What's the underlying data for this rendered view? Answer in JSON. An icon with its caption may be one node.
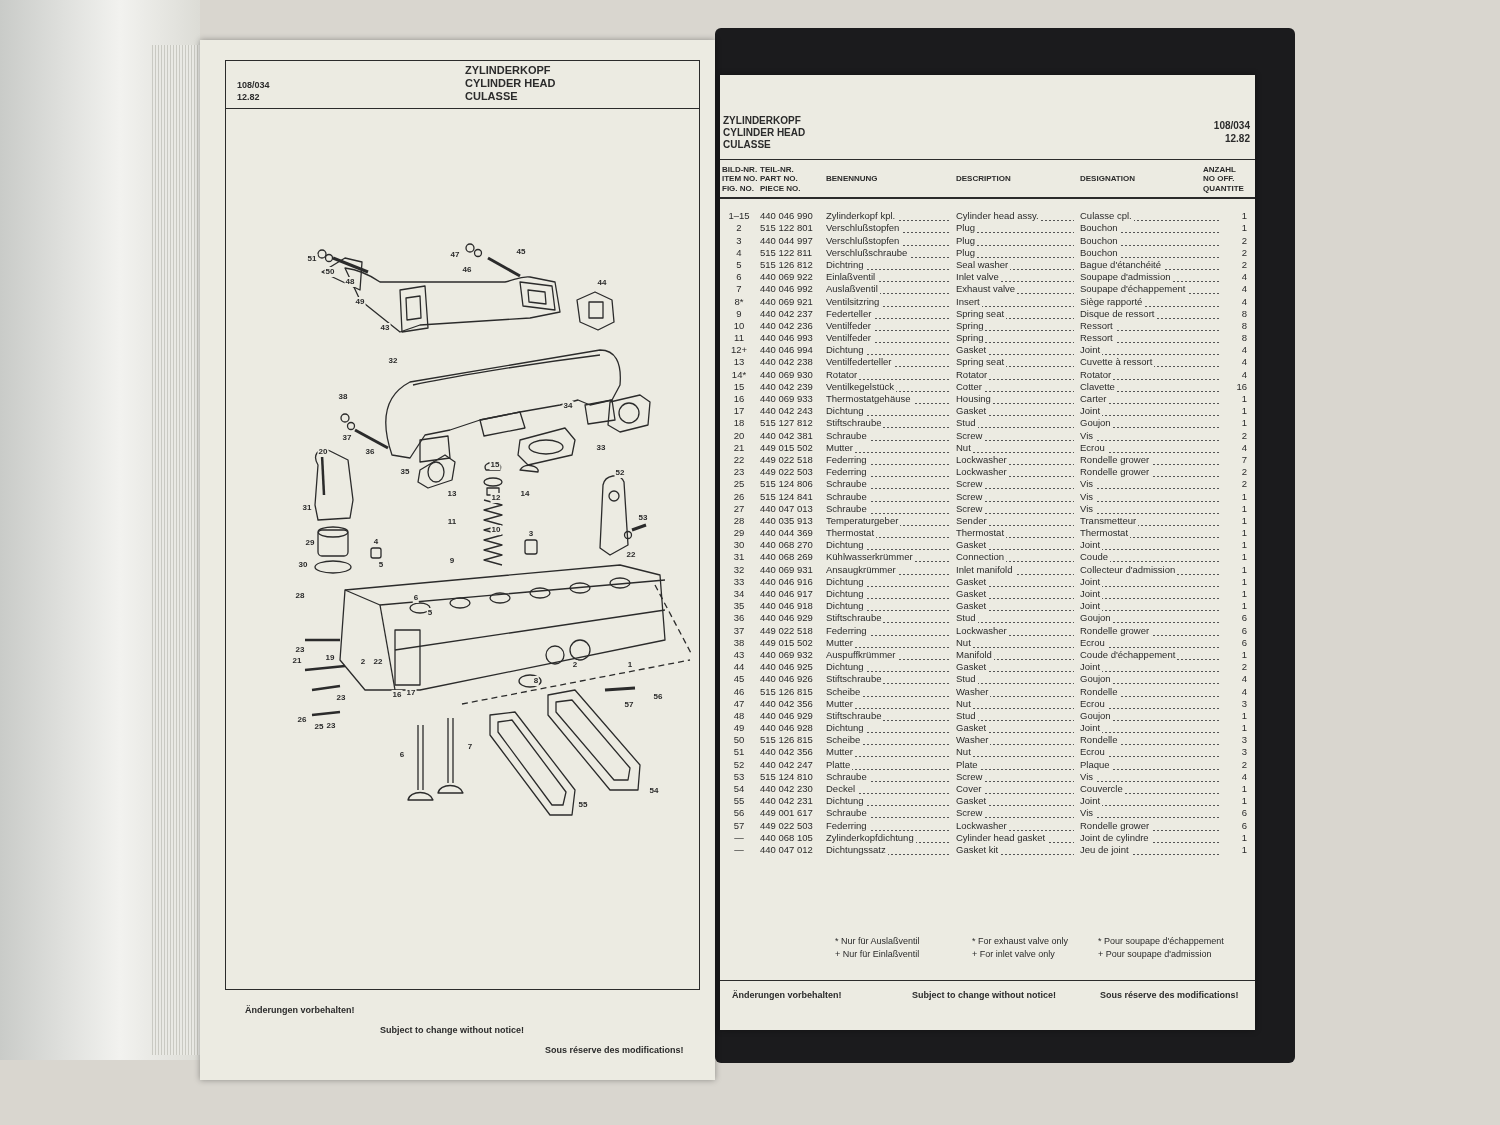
{
  "diagram": {
    "labels": [
      "108/034",
      "12.82",
      "ZYLINDERKOPF",
      "CYLINDER HEAD",
      "CULASSE",
      "51",
      "50",
      "48",
      "49",
      "43",
      "47",
      "46",
      "45",
      "44",
      "32",
      "38",
      "37",
      "36",
      "34",
      "33",
      "20",
      "35",
      "15",
      "52",
      "13",
      "14",
      "12",
      "31",
      "53",
      "11",
      "10",
      "3",
      "29",
      "4",
      "22",
      "9",
      "30",
      "5",
      "28",
      "6",
      "5",
      "23",
      "21",
      "19",
      "2",
      "22",
      "2",
      "1",
      "8",
      "16",
      "17",
      "23",
      "56",
      "57",
      "26",
      "25",
      "23",
      "7",
      "6",
      "54",
      "55",
      "Änderungen vorbehalten!",
      "Subject to change without notice!",
      "Sous réserve des modifications!",
      "ZYLINDERKOPF",
      "CYLINDER HEAD",
      "CULASSE",
      "108/034",
      "12.82",
      "BILD-NR. ITEM NO. FIG. NO.",
      "TEIL-NR. PART NO. PIECE NO.",
      "BENENNUNG",
      "DESCRIPTION",
      "DESIGNATION",
      "ANZAHL NO OFF. QUANTITE",
      "1–15",
      "440 046 990",
      "Zylinderkopf kpl.",
      "Cylinder head assy.",
      "Culasse cpl.",
      "1",
      "2",
      "515 122 801",
      "Verschlußstopfen",
      "Plug",
      "Bouchon",
      "1",
      "3",
      "440 044 997",
      "Verschlußstopfen",
      "Plug",
      "Bouchon",
      "2",
      "4",
      "515 122 811",
      "Verschlußschraube",
      "Plug",
      "Bouchon",
      "2",
      "5",
      "515 126 812",
      "Dichtring",
      "Seal washer",
      "Bague d'étanchéité",
      "2",
      "6",
      "440 069 922",
      "Einlaßventil",
      "Inlet valve",
      "Soupape d'admission",
      "4",
      "7",
      "440 046 992",
      "Auslaßventil",
      "Exhaust valve",
      "Soupape d'échappement",
      "4",
      "8*",
      "440 069 921",
      "Ventilsitzring",
      "Insert",
      "Siège rapporté",
      "4",
      "9",
      "440 042 237",
      "Federteller",
      "Spring seat",
      "Disque de ressort",
      "8",
      "10",
      "440 042 236",
      "Ventilfeder",
      "Spring",
      "Ressort",
      "8",
      "11",
      "440 046 993",
      "Ventilfeder",
      "Spring",
      "Ressort",
      "8",
      "12+",
      "440 046 994",
      "Dichtung",
      "Gasket",
      "Joint",
      "4",
      "13",
      "440 042 238",
      "Ventilfederteller",
      "Spring seat",
      "Cuvette à ressort",
      "4",
      "14*",
      "440 069 930",
      "Rotator",
      "Rotator",
      "Rotator",
      "4",
      "15",
      "440 042 239",
      "Ventilkegelstück",
      "Cotter",
      "Clavette",
      "16",
      "16",
      "440 069 933",
      "Thermostatgehäuse",
      "Housing",
      "Carter",
      "1",
      "17",
      "440 042 243",
      "Dichtung",
      "Gasket",
      "Joint",
      "1",
      "18",
      "515 127 812",
      "Stiftschraube",
      "Stud",
      "Goujon",
      "1",
      "20",
      "440 042 381",
      "Schraube",
      "Screw",
      "Vis",
      "2",
      "21",
      "449 015 502",
      "Mutter",
      "Nut",
      "Ecrou",
      "4",
      "22",
      "449 022 518",
      "Federring",
      "Lockwasher",
      "Rondelle grower",
      "7",
      "23",
      "449 022 503",
      "Federring",
      "Lockwasher",
      "Rondelle grower",
      "2",
      "25",
      "515 124 806",
      "Schraube",
      "Screw",
      "Vis",
      "2",
      "26",
      "515 124 841",
      "Schraube",
      "Screw",
      "Vis",
      "1",
      "27",
      "440 047 013",
      "Schraube",
      "Screw",
      "Vis",
      "1",
      "28",
      "440 035 913",
      "Temperaturgeber",
      "Sender",
      "Transmetteur",
      "1",
      "29",
      "440 044 369",
      "Thermostat",
      "Thermostat",
      "Thermostat",
      "1",
      "30",
      "440 068 270",
      "Dichtung",
      "Gasket",
      "Joint",
      "1",
      "31",
      "440 068 269",
      "Kühlwasserkrümmer",
      "Connection",
      "Coude",
      "1",
      "32",
      "440 069 931",
      "Ansaugkrümmer",
      "Inlet manifold",
      "Collecteur d'admission",
      "1",
      "33",
      "440 046 916",
      "Dichtung",
      "Gasket",
      "Joint",
      "1",
      "34",
      "440 046 917",
      "Dichtung",
      "Gasket",
      "Joint",
      "1",
      "35",
      "440 046 918",
      "Dichtung",
      "Gasket",
      "Joint",
      "1",
      "36",
      "440 046 929",
      "Stiftschraube",
      "Stud",
      "Goujon",
      "6",
      "37",
      "449 022 518",
      "Federring",
      "Lockwasher",
      "Rondelle grower",
      "6",
      "38",
      "449 015 502",
      "Mutter",
      "Nut",
      "Ecrou",
      "6",
      "43",
      "440 069 932",
      "Auspuffkrümmer",
      "Manifold",
      "Coude d'échappement",
      "1",
      "44",
      "440 046 925",
      "Dichtung",
      "Gasket",
      "Joint",
      "2",
      "45",
      "440 046 926",
      "Stiftschraube",
      "Stud",
      "Goujon",
      "4",
      "46",
      "515 126 815",
      "Scheibe",
      "Washer",
      "Rondelle",
      "4",
      "47",
      "440 042 356",
      "Mutter",
      "Nut",
      "Ecrou",
      "3",
      "48",
      "440 046 929",
      "Stiftschraube",
      "Stud",
      "Goujon",
      "1",
      "49",
      "440 046 928",
      "Dichtung",
      "Gasket",
      "Joint",
      "1",
      "50",
      "515 126 815",
      "Scheibe",
      "Washer",
      "Rondelle",
      "3",
      "51",
      "440 042 356",
      "Mutter",
      "Nut",
      "Ecrou",
      "3",
      "52",
      "440 042 247",
      "Platte",
      "Plate",
      "Plaque",
      "2",
      "53",
      "515 124 810",
      "Schraube",
      "Screw",
      "Vis",
      "4",
      "54",
      "440 042 230",
      "Deckel",
      "Cover",
      "Couvercle",
      "1",
      "55",
      "440 042 231",
      "Dichtung",
      "Gasket",
      "Joint",
      "1",
      "56",
      "449 001 617",
      "Schraube",
      "Screw",
      "Vis",
      "6",
      "57",
      "449 022 503",
      "Federring",
      "Lockwasher",
      "Rondelle grower",
      "6",
      "—",
      "440 068 105",
      "Zylinderkopfdichtung",
      "Cylinder head gasket",
      "Joint de cylindre",
      "1",
      "—",
      "440 047 012",
      "Dichtungssatz",
      "Gasket kit",
      "Jeu de joint",
      "1",
      "* Nur für Auslaßventil",
      "* For exhaust valve only",
      "* Pour soupape d'échappement",
      "+ Nur für Einlaßventil",
      "+ For inlet valve only",
      "+ Pour soupape d'admission",
      "Änderungen vorbehalten!",
      "Subject to change without notice!",
      "Sous réserve des modifications!"
    ]
  }
}
